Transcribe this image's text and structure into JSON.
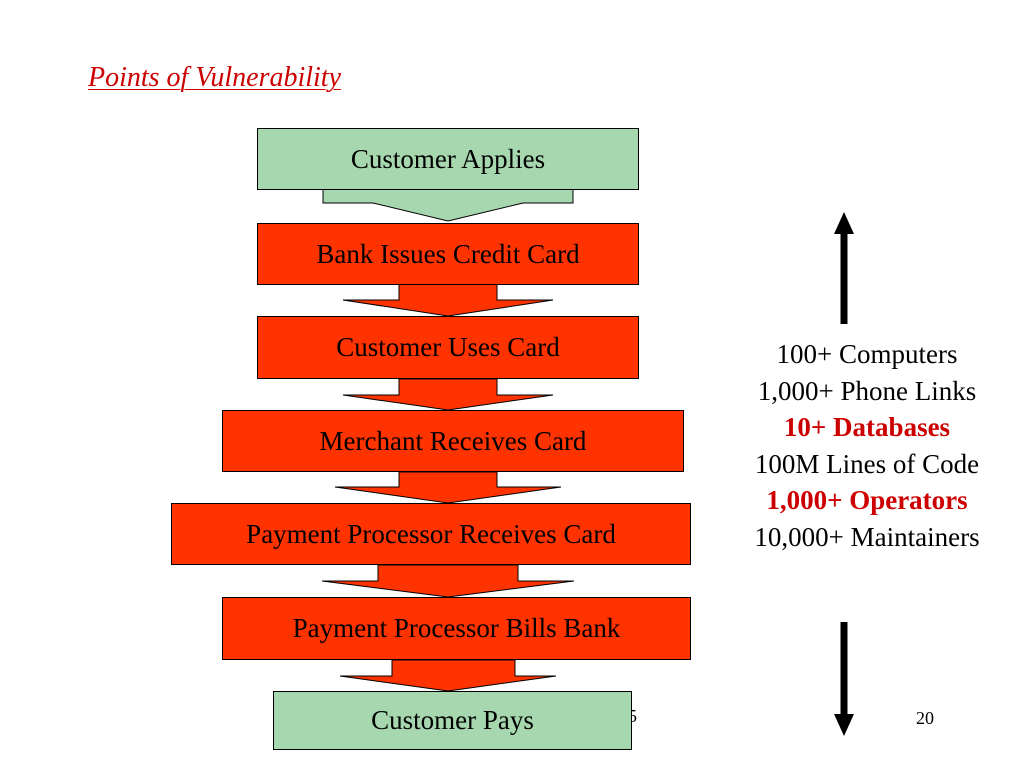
{
  "title": "Points of Vulnerability",
  "colors": {
    "title": "#cc0000",
    "start_end_box": "#a6d7ae",
    "step_box": "#ff3300",
    "highlight_text": "#cc0000"
  },
  "steps": [
    {
      "label": "Customer Applies",
      "style": "green"
    },
    {
      "label": "Bank Issues Credit Card",
      "style": "red"
    },
    {
      "label": "Customer Uses Card",
      "style": "red"
    },
    {
      "label": "Merchant Receives Card",
      "style": "red"
    },
    {
      "label": "Payment Processor Receives Card",
      "style": "red"
    },
    {
      "label": "Payment Processor Bills Bank",
      "style": "red"
    },
    {
      "label": "Customer Pays",
      "style": "green"
    }
  ],
  "stats": [
    {
      "text": "100+ Computers",
      "highlight": false
    },
    {
      "text": "1,000+ Phone Links",
      "highlight": false
    },
    {
      "text": "10+ Databases",
      "highlight": true
    },
    {
      "text": "100M Lines of Code",
      "highlight": false
    },
    {
      "text": "1,000+ Operators",
      "highlight": true
    },
    {
      "text": "10,000+ Maintainers",
      "highlight": false
    }
  ],
  "scale_arrows": [
    "up-arrow-icon",
    "down-arrow-icon"
  ],
  "footer_fragment": "5",
  "page_number": "20"
}
